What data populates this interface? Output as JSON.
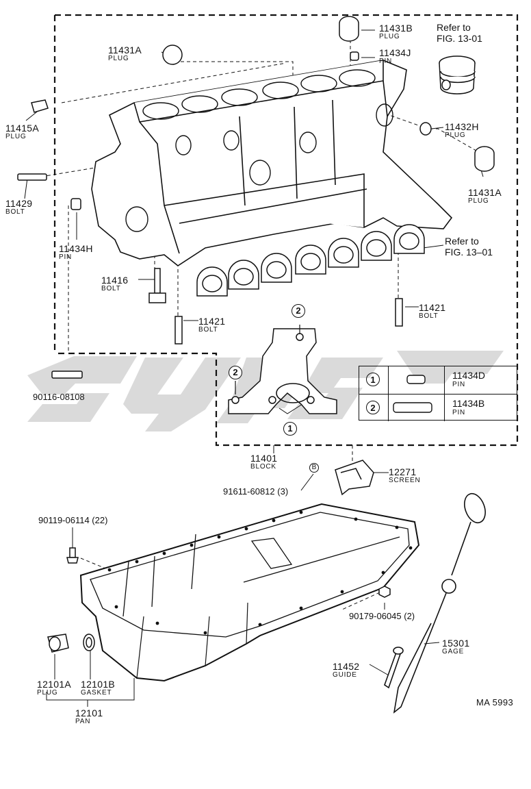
{
  "parts": {
    "p11431A_top": {
      "num": "11431A",
      "name": "PLUG"
    },
    "p11431B": {
      "num": "11431B",
      "name": "PLUG"
    },
    "p11434J": {
      "num": "11434J",
      "name": "PIN"
    },
    "p11415A": {
      "num": "11415A",
      "name": "PLUG"
    },
    "p11432H": {
      "num": "11432H",
      "name": "PLUG"
    },
    "p11431A_right": {
      "num": "11431A",
      "name": "PLUG"
    },
    "p11429": {
      "num": "11429",
      "name": "BOLT"
    },
    "p11434H": {
      "num": "11434H",
      "name": "PIN"
    },
    "p11416": {
      "num": "11416",
      "name": "BOLT"
    },
    "p11421_left": {
      "num": "11421",
      "name": "BOLT"
    },
    "p11421_right": {
      "num": "11421",
      "name": "BOLT"
    },
    "p11401": {
      "num": "11401",
      "name": "BLOCK"
    },
    "p12271": {
      "num": "12271",
      "name": "SCREEN"
    },
    "p15301": {
      "num": "15301",
      "name": "GAGE"
    },
    "p11452": {
      "num": "11452",
      "name": "GUIDE"
    },
    "p12101A": {
      "num": "12101A",
      "name": "PLUG"
    },
    "p12101B": {
      "num": "12101B",
      "name": "GASKET"
    },
    "p12101": {
      "num": "12101",
      "name": "PAN"
    }
  },
  "refs": {
    "ref_top": {
      "line1": "Refer to",
      "line2": "FIG. 13-01"
    },
    "ref_right": {
      "line1": "Refer to",
      "line2": "FIG. 13–01"
    }
  },
  "codes": {
    "c90116": "90116-08108",
    "c91611": "91611-60812 (3)",
    "c90119": "90119-06114 (22)",
    "c90179": "90179-06045 (2)"
  },
  "callouts": {
    "one": "1",
    "two": "2",
    "b": "B"
  },
  "legend": [
    {
      "key": "1",
      "num": "11434D",
      "name": "PIN"
    },
    {
      "key": "2",
      "num": "11434B",
      "name": "PIN"
    }
  ],
  "diagram_id": "MA 5993",
  "colors": {
    "ink": "#111111",
    "watermark": "#c8c8c8"
  }
}
